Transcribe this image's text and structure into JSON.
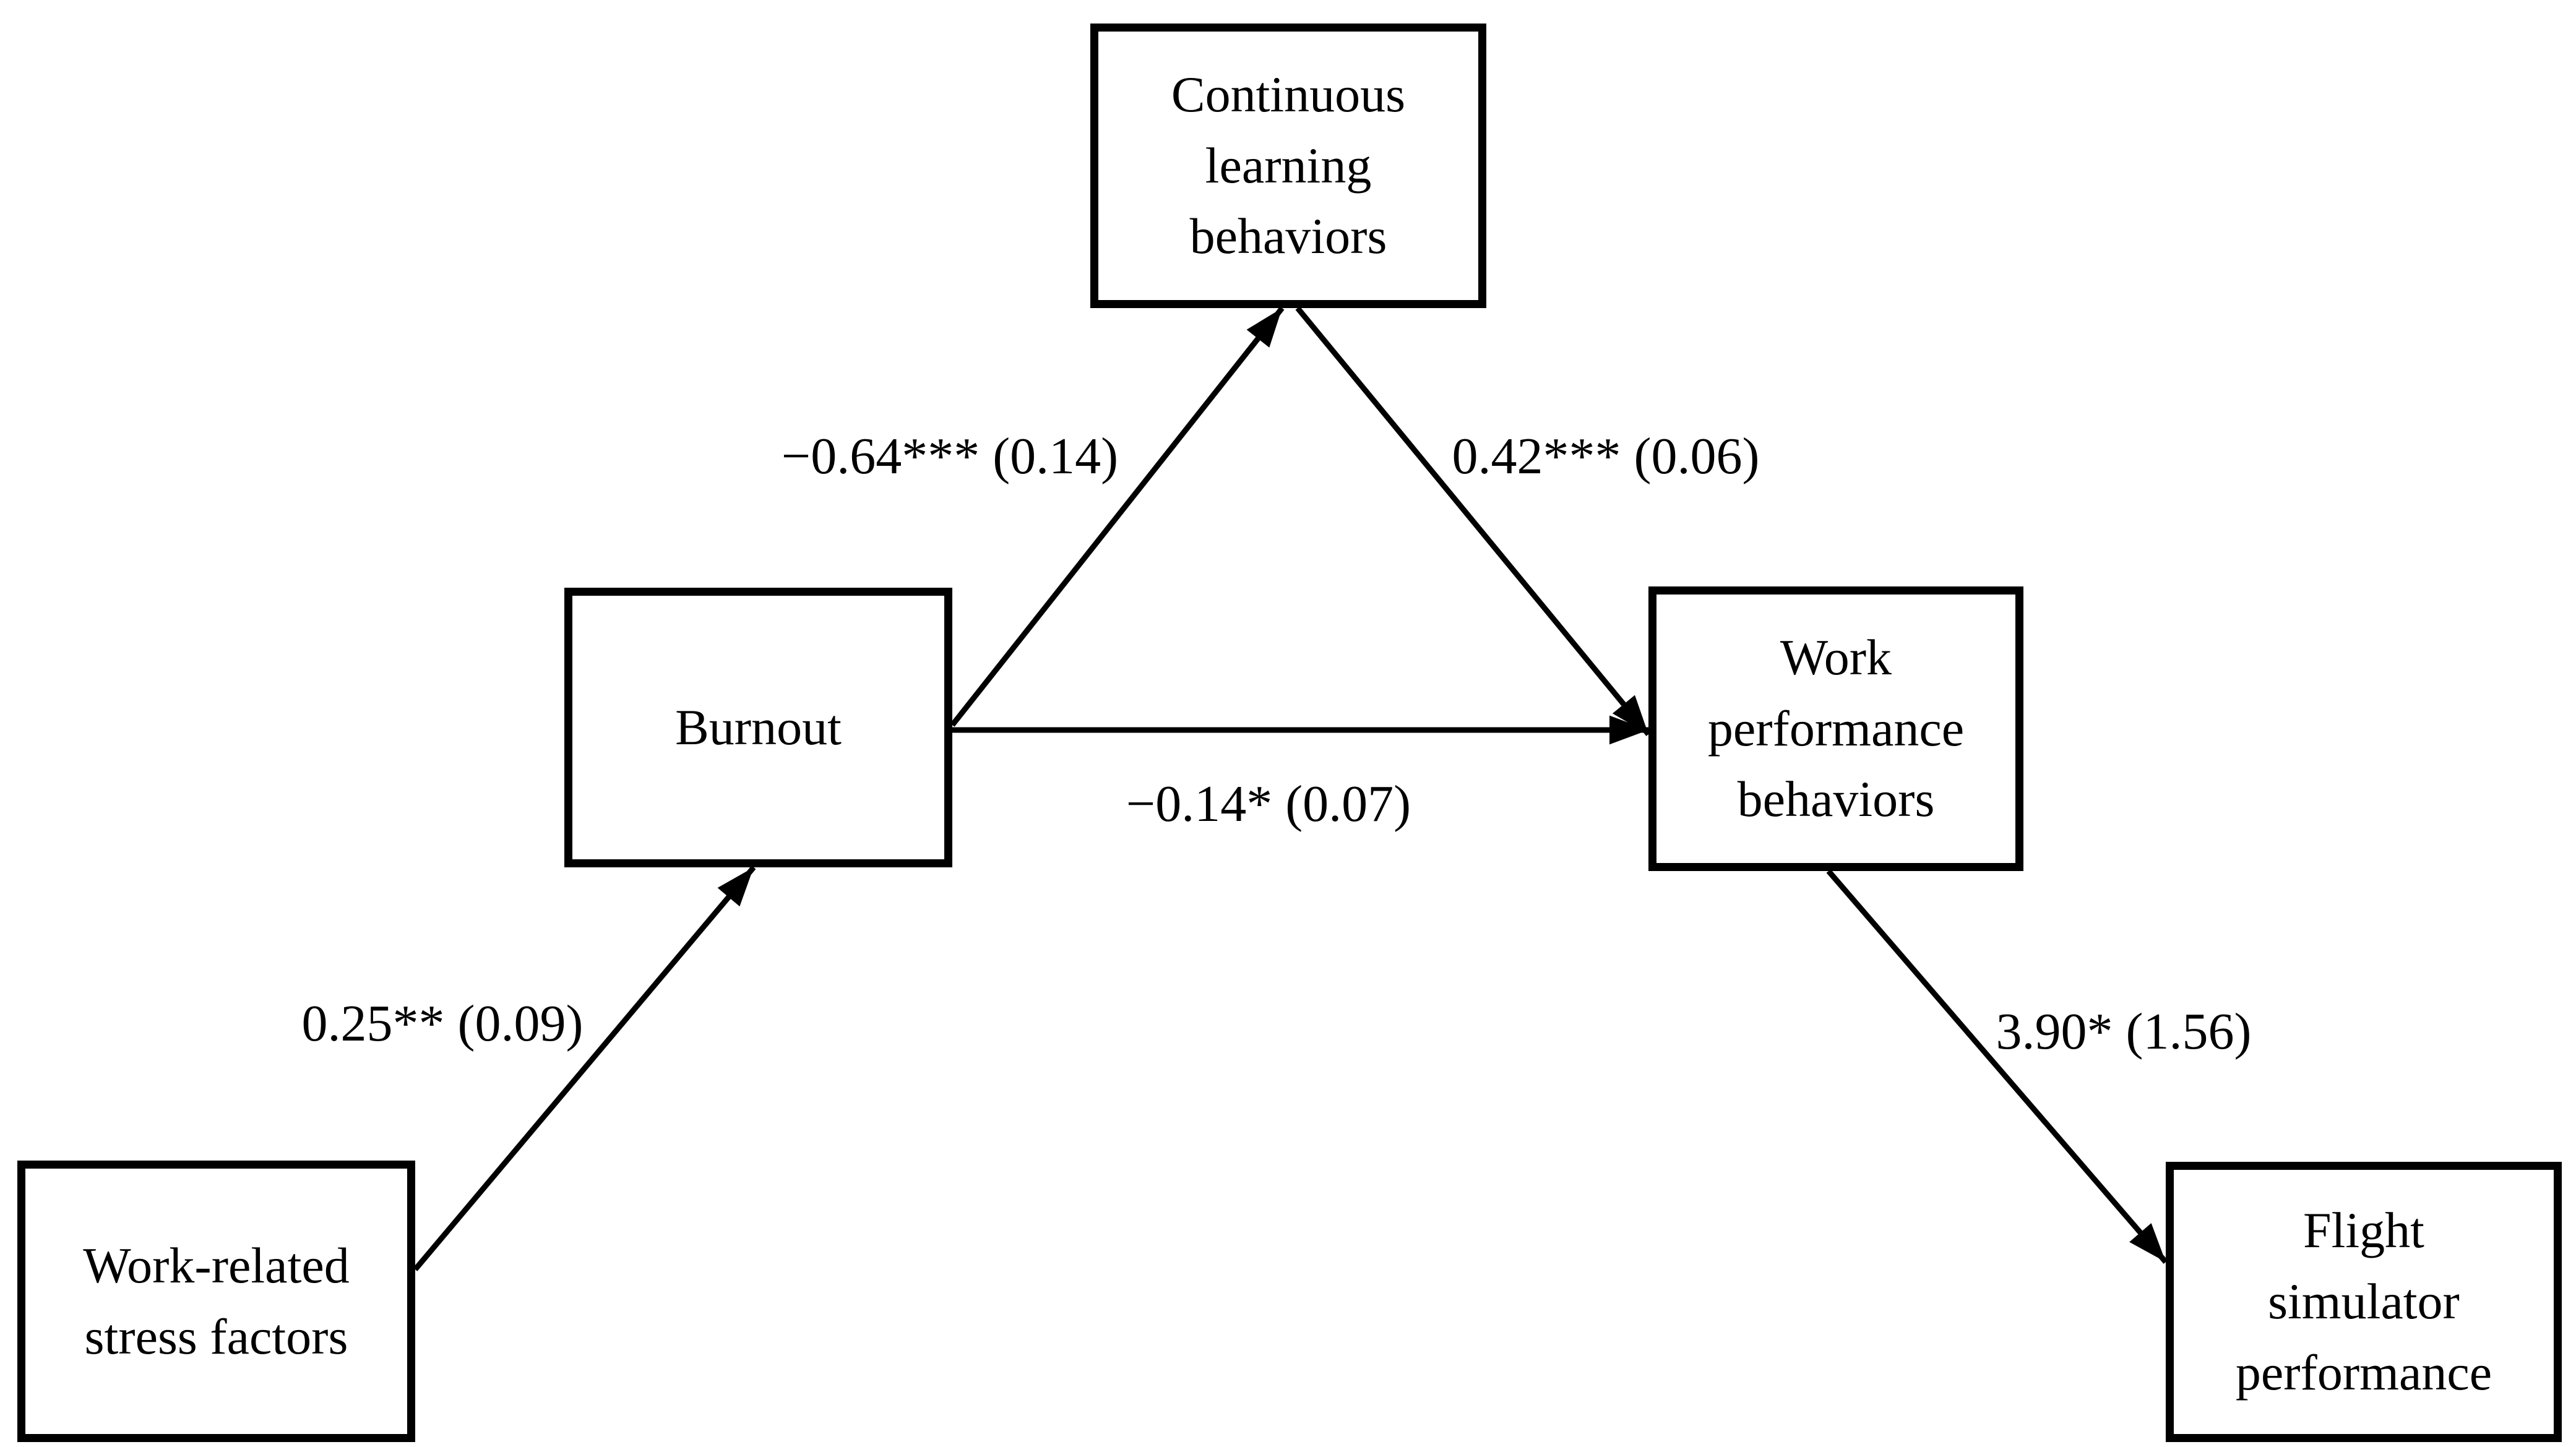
{
  "figure": {
    "kind": "mediation-path-diagram",
    "background_color": "#ffffff",
    "line_color": "#000000",
    "text_color": "#000000"
  },
  "nodes": {
    "work_stress": {
      "label": "Work-related stress factors",
      "lines": [
        "Work-related",
        "stress factors"
      ]
    },
    "burnout": {
      "label": "Burnout",
      "lines": [
        "Burnout"
      ]
    },
    "continuous_learning": {
      "label": "Continuous learning behaviors",
      "lines": [
        "Continuous",
        "learning",
        "behaviors"
      ]
    },
    "work_performance": {
      "label": "Work performance behaviors",
      "lines": [
        "Work",
        "performance",
        "behaviors"
      ]
    },
    "flight_simulator": {
      "label": "Flight simulator performance",
      "lines": [
        "Flight",
        "simulator",
        "performance"
      ]
    }
  },
  "edges": [
    {
      "from": "work_stress",
      "to": "burnout",
      "label": "0.25** (0.09)"
    },
    {
      "from": "burnout",
      "to": "continuous_learning",
      "label": "−0.64*** (0.14)"
    },
    {
      "from": "burnout",
      "to": "work_performance",
      "label": "−0.14* (0.07)"
    },
    {
      "from": "continuous_learning",
      "to": "work_performance",
      "label": "0.42*** (0.06)"
    },
    {
      "from": "work_performance",
      "to": "flight_simulator",
      "label": "3.90* (1.56)"
    }
  ]
}
